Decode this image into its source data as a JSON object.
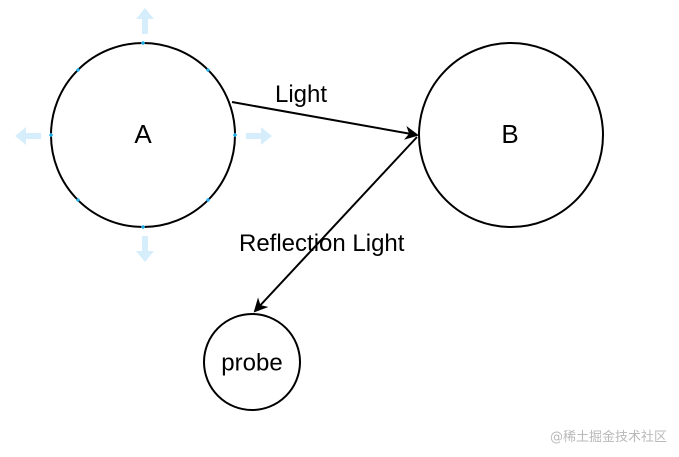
{
  "diagram": {
    "nodes": {
      "a": {
        "label": "A"
      },
      "b": {
        "label": "B"
      },
      "probe": {
        "label": "probe"
      }
    },
    "edges": {
      "light": {
        "label": "Light"
      },
      "reflection": {
        "label": "Reflection Light"
      }
    }
  },
  "watermark": {
    "text": "@稀土掘金技术社区"
  },
  "colors": {
    "stroke": "#000000",
    "selection_handle": "#29b6f2",
    "hover_arrow": "#d6eefb"
  }
}
